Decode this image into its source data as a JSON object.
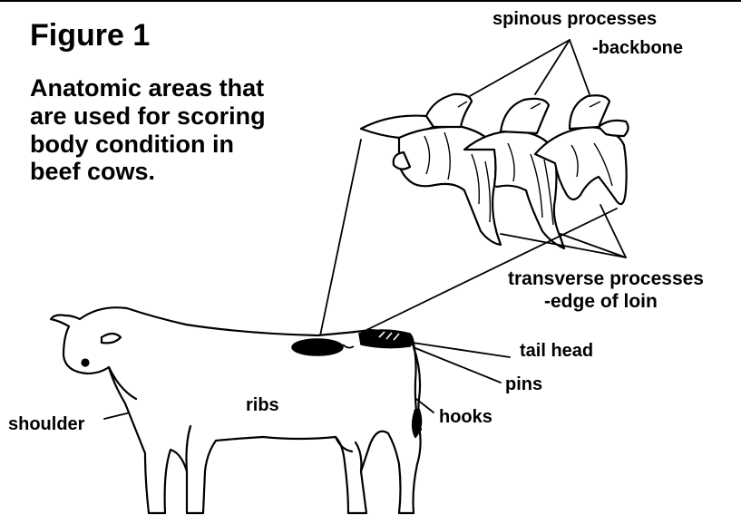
{
  "figure": {
    "title": "Figure 1",
    "caption": "Anatomic areas that are used for scoring body condition in beef cows."
  },
  "labels": {
    "spinous_processes": "spinous processes",
    "backbone": "-backbone",
    "transverse_processes": "transverse processes",
    "edge_of_loin": "-edge of loin",
    "tail_head": "tail head",
    "pins": "pins",
    "hooks": "hooks",
    "ribs": "ribs",
    "shoulder": "shoulder"
  },
  "colors": {
    "ink": "#000000",
    "background": "#ffffff"
  }
}
